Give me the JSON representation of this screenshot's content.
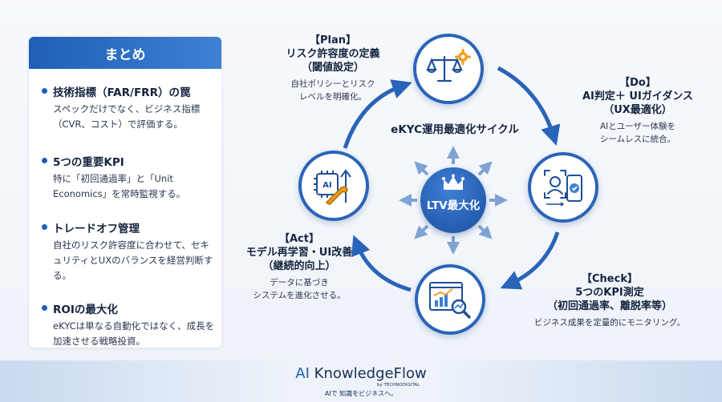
{
  "summary": {
    "header": "まとめ",
    "items": [
      {
        "title": "技術指標（FAR/FRR）の罠",
        "desc": "スペックだけでなく、ビジネス指標（CVR、コスト）で評価する。"
      },
      {
        "title": "5つの重要KPI",
        "desc": "特に「初回通過率」と「Unit Economics」を常時監視する。"
      },
      {
        "title": "トレードオフ管理",
        "desc": "自社のリスク許容度に合わせて、セキュリティとUXのバランスを経営判断する。"
      },
      {
        "title": "ROIの最大化",
        "desc": "eKYCは単なる自動化ではなく、成長を加速させる戦略投資。"
      }
    ]
  },
  "cycle": {
    "title": "eKYC運用最適化サイクル",
    "center": "LTV最大化",
    "plan": {
      "title_1": "【Plan】",
      "title_2": "リスク許容度の定義",
      "title_3": "（閾値設定）",
      "desc_1": "自社ポリシーとリスク",
      "desc_2": "レベルを明確化。"
    },
    "do": {
      "title_1": "【Do】",
      "title_2": "AI判定＋ UIガイダンス",
      "title_3": "（UX最適化）",
      "desc_1": "AIとユーザー体験を",
      "desc_2": "シームレスに統合。"
    },
    "check": {
      "title_1": "【Check】",
      "title_2": "5つのKPI測定",
      "title_3": "（初回通過率、離脱率等）",
      "desc_1": "ビジネス成果を定量的にモニタリング。"
    },
    "act": {
      "title_1": "【Act】",
      "title_2": "モデル再学習・UI改善",
      "title_3": "（継続的向上）",
      "desc_1": "データに基づき",
      "desc_2": "システムを進化させる。"
    }
  },
  "footer": {
    "brand_ai": "AI",
    "brand_name": "KnowledgeFlow",
    "brand_by": "by TECHNODIGITAL",
    "tagline": "AIで 知識をビジネスへ。"
  },
  "colors": {
    "primary": "#2a64b8",
    "accent": "#1f5fb8",
    "arrow_light": "#7fa3d3"
  },
  "icons": [
    "balance-scale-icon",
    "gear-icon",
    "face-verification-icon",
    "analytics-magnifier-icon",
    "ai-chip-wrench-icon",
    "crown-icon"
  ]
}
